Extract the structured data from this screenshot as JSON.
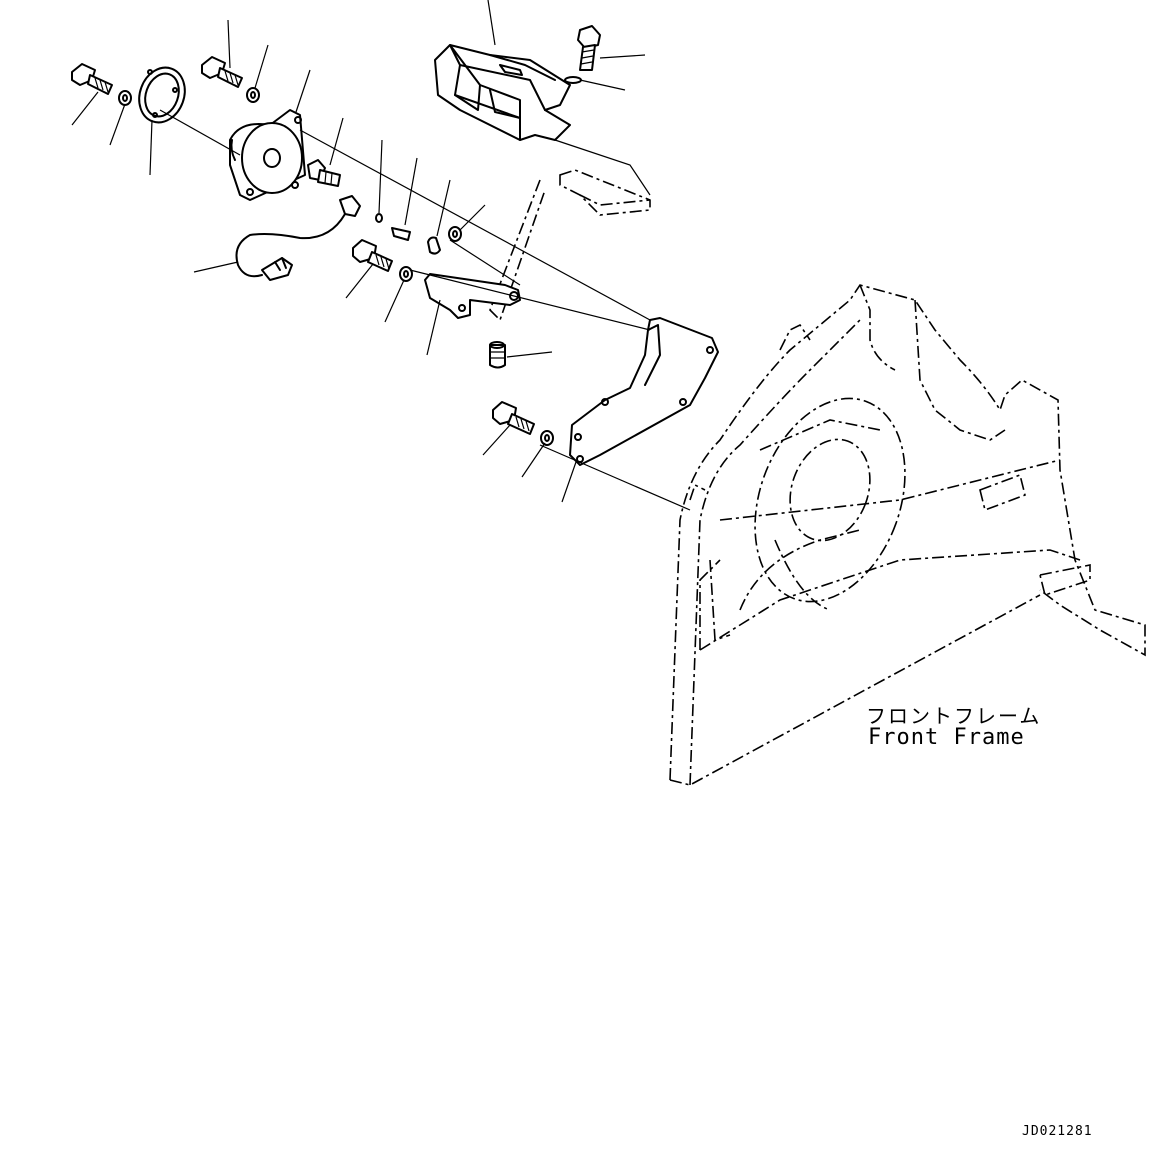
{
  "diagram": {
    "frame_label_jp": "フロントフレーム",
    "frame_label_en": "Front Frame",
    "drawing_code": "JD021281"
  }
}
